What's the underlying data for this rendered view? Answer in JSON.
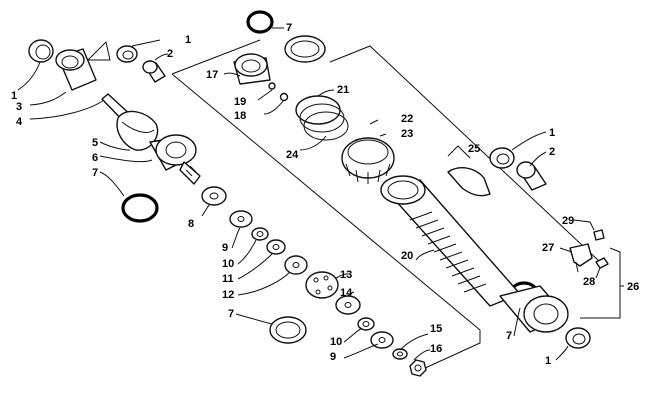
{
  "callouts": [
    {
      "id": "c1a",
      "label": "1"
    },
    {
      "id": "c2a",
      "label": "2"
    },
    {
      "id": "c1b",
      "label": "1"
    },
    {
      "id": "c3",
      "label": "3"
    },
    {
      "id": "c4",
      "label": "4"
    },
    {
      "id": "c5",
      "label": "5"
    },
    {
      "id": "c6",
      "label": "6"
    },
    {
      "id": "c7a",
      "label": "7"
    },
    {
      "id": "c7b",
      "label": "7"
    },
    {
      "id": "c17",
      "label": "17"
    },
    {
      "id": "c19",
      "label": "19"
    },
    {
      "id": "c18",
      "label": "18"
    },
    {
      "id": "c21",
      "label": "21"
    },
    {
      "id": "c24",
      "label": "24"
    },
    {
      "id": "c22",
      "label": "22"
    },
    {
      "id": "c23",
      "label": "23"
    },
    {
      "id": "c8",
      "label": "8"
    },
    {
      "id": "c9a",
      "label": "9"
    },
    {
      "id": "c10a",
      "label": "10"
    },
    {
      "id": "c11",
      "label": "11"
    },
    {
      "id": "c12",
      "label": "12"
    },
    {
      "id": "c13",
      "label": "13"
    },
    {
      "id": "c14",
      "label": "14"
    },
    {
      "id": "c7c",
      "label": "7"
    },
    {
      "id": "c10b",
      "label": "10"
    },
    {
      "id": "c9b",
      "label": "9"
    },
    {
      "id": "c15",
      "label": "15"
    },
    {
      "id": "c16",
      "label": "16"
    },
    {
      "id": "c20",
      "label": "20"
    },
    {
      "id": "c25",
      "label": "25"
    },
    {
      "id": "c1c",
      "label": "1"
    },
    {
      "id": "c2b",
      "label": "2"
    },
    {
      "id": "c29",
      "label": "29"
    },
    {
      "id": "c27",
      "label": "27"
    },
    {
      "id": "c28",
      "label": "28"
    },
    {
      "id": "c26",
      "label": "26"
    },
    {
      "id": "c7d",
      "label": "7"
    },
    {
      "id": "c1d",
      "label": "1"
    }
  ]
}
